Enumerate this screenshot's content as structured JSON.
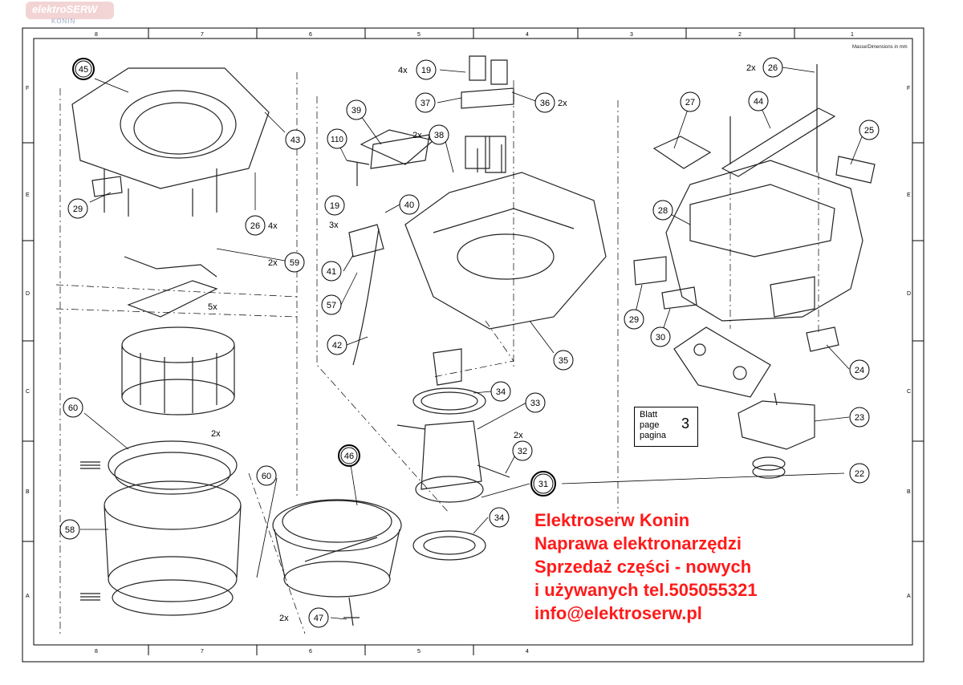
{
  "brand": {
    "logo_text": "elektroSERW",
    "logo_sub": "KONIN"
  },
  "frame": {
    "top_columns": [
      "8",
      "7",
      "6",
      "5",
      "4",
      "3",
      "2",
      "1"
    ],
    "bottom_columns": [
      "8",
      "7",
      "6",
      "5",
      "4"
    ],
    "rows": [
      "F",
      "E",
      "D",
      "C",
      "B",
      "A"
    ],
    "dims_note": "Masse/Dimensions in mm"
  },
  "callouts": [
    {
      "label": "45"
    },
    {
      "label": "43"
    },
    {
      "label": "29"
    },
    {
      "label": "26"
    },
    {
      "label": "59"
    },
    {
      "label": "60"
    },
    {
      "label": "58"
    },
    {
      "label": "60"
    },
    {
      "label": "46"
    },
    {
      "label": "47"
    },
    {
      "label": "19"
    },
    {
      "label": "37"
    },
    {
      "label": "36"
    },
    {
      "label": "38"
    },
    {
      "label": "39"
    },
    {
      "label": "110"
    },
    {
      "label": "19"
    },
    {
      "label": "40"
    },
    {
      "label": "41"
    },
    {
      "label": "57"
    },
    {
      "label": "42"
    },
    {
      "label": "35"
    },
    {
      "label": "34"
    },
    {
      "label": "33"
    },
    {
      "label": "32"
    },
    {
      "label": "31"
    },
    {
      "label": "34"
    },
    {
      "label": "26"
    },
    {
      "label": "44"
    },
    {
      "label": "27"
    },
    {
      "label": "25"
    },
    {
      "label": "28"
    },
    {
      "label": "29"
    },
    {
      "label": "30"
    },
    {
      "label": "24"
    },
    {
      "label": "23"
    },
    {
      "label": "22"
    }
  ],
  "qty_labels": [
    {
      "text": "4x"
    },
    {
      "text": "2x"
    },
    {
      "text": "5x"
    },
    {
      "text": "2x"
    },
    {
      "text": "2x"
    },
    {
      "text": "4x"
    },
    {
      "text": "2x"
    },
    {
      "text": "2x"
    },
    {
      "text": "3x"
    },
    {
      "text": "2x"
    },
    {
      "text": "2x"
    }
  ],
  "page_ref": {
    "line1": "Blatt",
    "line2": "page",
    "line3": "pagina",
    "number": "3"
  },
  "promo": {
    "line1": "Elektroserw Konin",
    "line2": "Naprawa elektronarzędzi",
    "line3": "Sprzedaż części - nowych",
    "line4": "i używanych tel.505055321",
    "line5": "info@elektroserw.pl"
  }
}
